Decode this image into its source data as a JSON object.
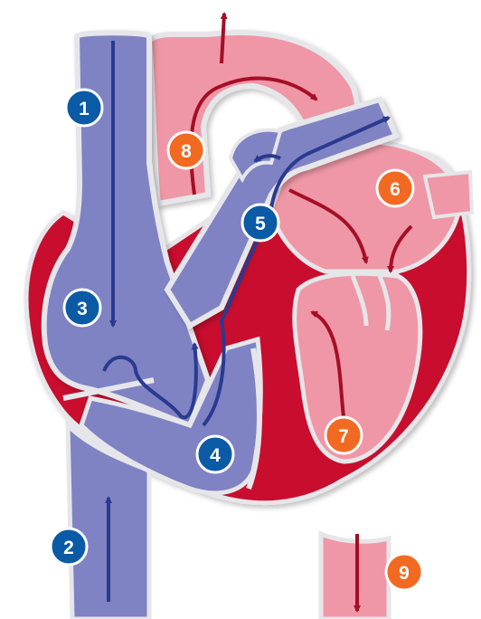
{
  "colors": {
    "deoxygenated": "#7f83c4",
    "deoxygenated_dark": "#2a3a8f",
    "oxygenated_light": "#ef97a6",
    "muscle_red": "#c8102e",
    "muscle_dark": "#8a0a1f",
    "outline": "#e6e6ea",
    "blue_badge": "#0b5aa6",
    "orange_badge": "#f26a21"
  },
  "badges": [
    {
      "label": "1",
      "color": "blue"
    },
    {
      "label": "2",
      "color": "blue"
    },
    {
      "label": "3",
      "color": "blue"
    },
    {
      "label": "4",
      "color": "blue"
    },
    {
      "label": "5",
      "color": "blue"
    },
    {
      "label": "6",
      "color": "orange"
    },
    {
      "label": "7",
      "color": "orange"
    },
    {
      "label": "8",
      "color": "orange"
    },
    {
      "label": "9",
      "color": "orange"
    }
  ]
}
